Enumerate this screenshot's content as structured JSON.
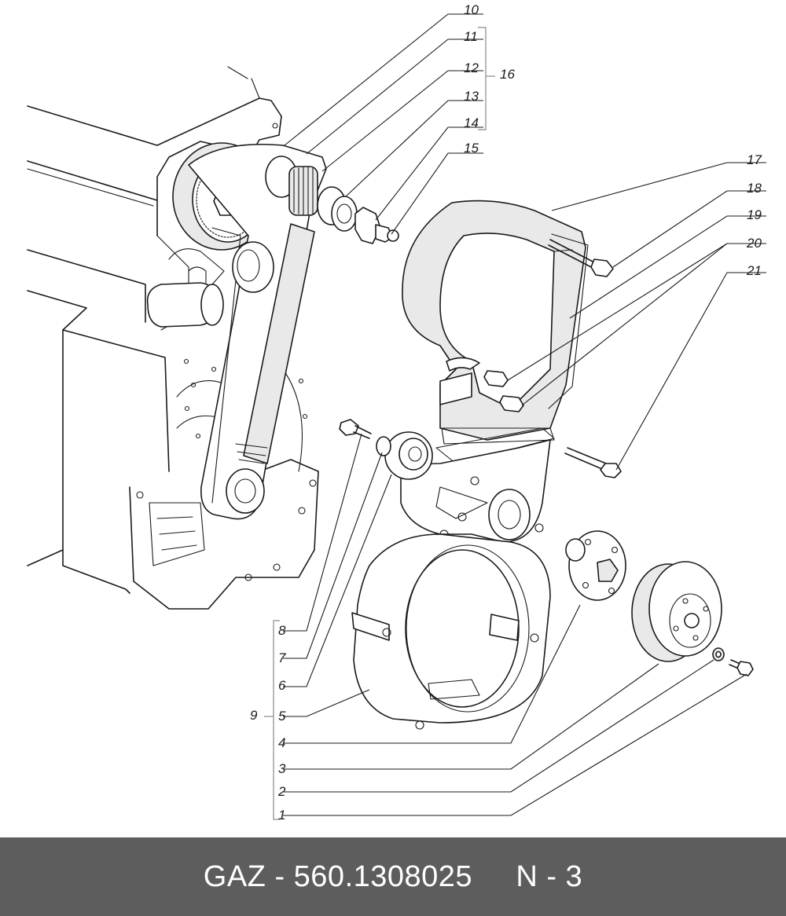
{
  "callouts": {
    "c1": "1",
    "c2": "2",
    "c3": "3",
    "c4": "4",
    "c5": "5",
    "c6": "6",
    "c7": "7",
    "c8": "8",
    "c9": "9",
    "c10": "10",
    "c11": "11",
    "c12": "12",
    "c13": "13",
    "c14": "14",
    "c15": "15",
    "c16": "16",
    "c17": "17",
    "c18": "18",
    "c19": "19",
    "c20": "20",
    "c21": "21"
  },
  "footer": {
    "part_label": "GAZ - 560.1308025     N - 3",
    "background": "#5d5d5d",
    "text_color": "#ffffff"
  }
}
